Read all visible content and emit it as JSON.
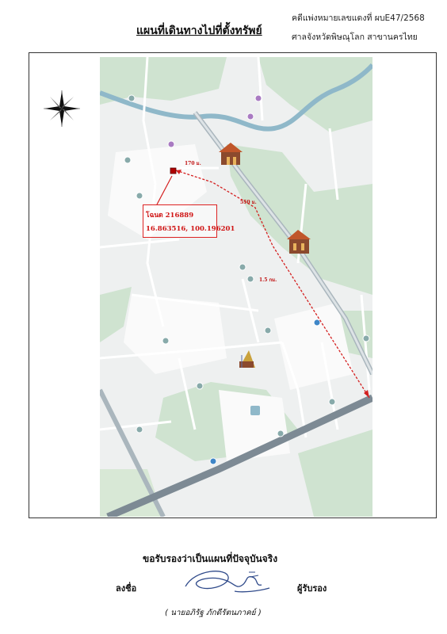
{
  "header": {
    "title": "แผนที่เดินทางไปที่ตั้งทรัพย์",
    "case_number": "คดีแพ่งหมายเลขแดงที่ ผบE47/2568",
    "court": "ศาลจังหวัดพิษณุโลก สาขานครไทย"
  },
  "map": {
    "property_label": {
      "deed": "โฉนด 216889",
      "coordinates": "16.863516, 100.196201"
    },
    "distances": [
      "170 ม.",
      "550 ม.",
      "1.5 กม."
    ],
    "colors": {
      "route": "#d42020",
      "marker": "#b00000",
      "highway": "#7d8a94",
      "river": "#8fb8c9",
      "green": "#cfe3d0"
    },
    "icons": [
      "compass-rose-icon",
      "property-marker-icon",
      "temple-icon",
      "government-building-icon",
      "monument-icon"
    ]
  },
  "footer": {
    "certify_text": "ขอรับรองว่าเป็นแผนที่ปัจจุบันจริง",
    "sign_label": "ลงชื่อ",
    "certifier_label": "ผู้รับรอง",
    "signer_name": "( นายอภิรัฐ ภักดีรัตนภาคย์ )"
  }
}
